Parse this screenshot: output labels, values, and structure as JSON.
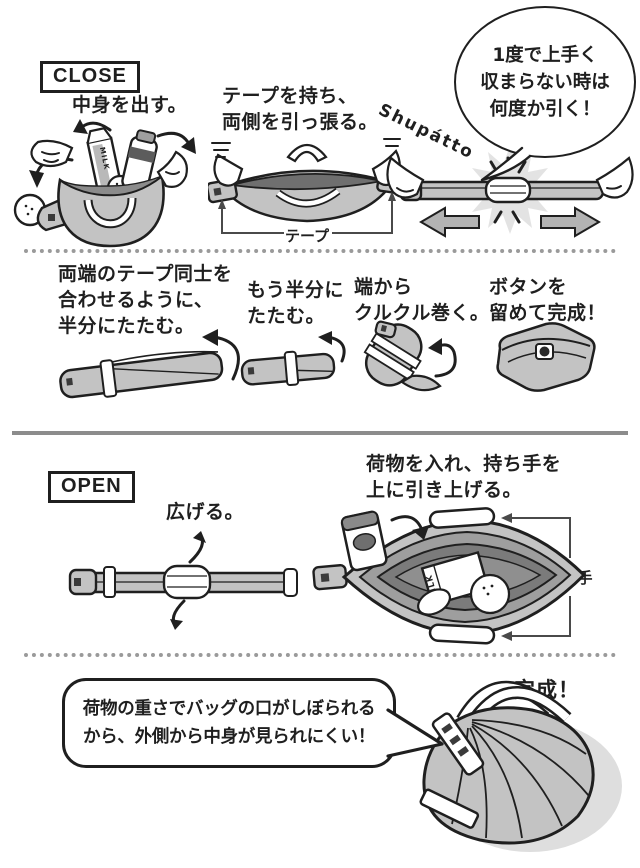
{
  "colors": {
    "ink": "#1f1f1f",
    "bag_gray": "#c3c3c3",
    "bag_dark": "#787878",
    "bag_mid": "#9e9e9e",
    "burst_gray": "#e3e3e3",
    "arrow_fill": "#b3b3b3",
    "divider_dotted": "#9a9a9a",
    "divider_solid": "#8c8c8c"
  },
  "milk_label": "MILK",
  "close": {
    "badge": "CLOSE",
    "step1": "中身を出す。",
    "step2_line1": "テープを持ち、",
    "step2_line2": "両側を引っ張る。",
    "tape_label": "テープ",
    "brand": "Shupátto",
    "bubble_line1": "1度で上手く",
    "bubble_line2": "収まらない時は",
    "bubble_line3": "何度か引く！"
  },
  "fold": {
    "step1_line1": "両端のテープ同士を",
    "step1_line2": "合わせるように、",
    "step1_line3": "半分にたたむ。",
    "step2_line1": "もう半分に",
    "step2_line2": "たたむ。",
    "step3_line1": "端から",
    "step3_line2": "クルクル巻く。",
    "step4_line1": "ボタンを",
    "step4_line2": "留めて完成！"
  },
  "open": {
    "badge": "OPEN",
    "step1": "広げる。",
    "step2_line1": "荷物を入れ、持ち手を",
    "step2_line2": "上に引き上げる。",
    "handle_label": "持ち手"
  },
  "finish": {
    "bubble_line1": "荷物の重さでバッグの口がしぼられる",
    "bubble_line2": "から、外側から中身が見られにくい！",
    "done": "完成！"
  }
}
